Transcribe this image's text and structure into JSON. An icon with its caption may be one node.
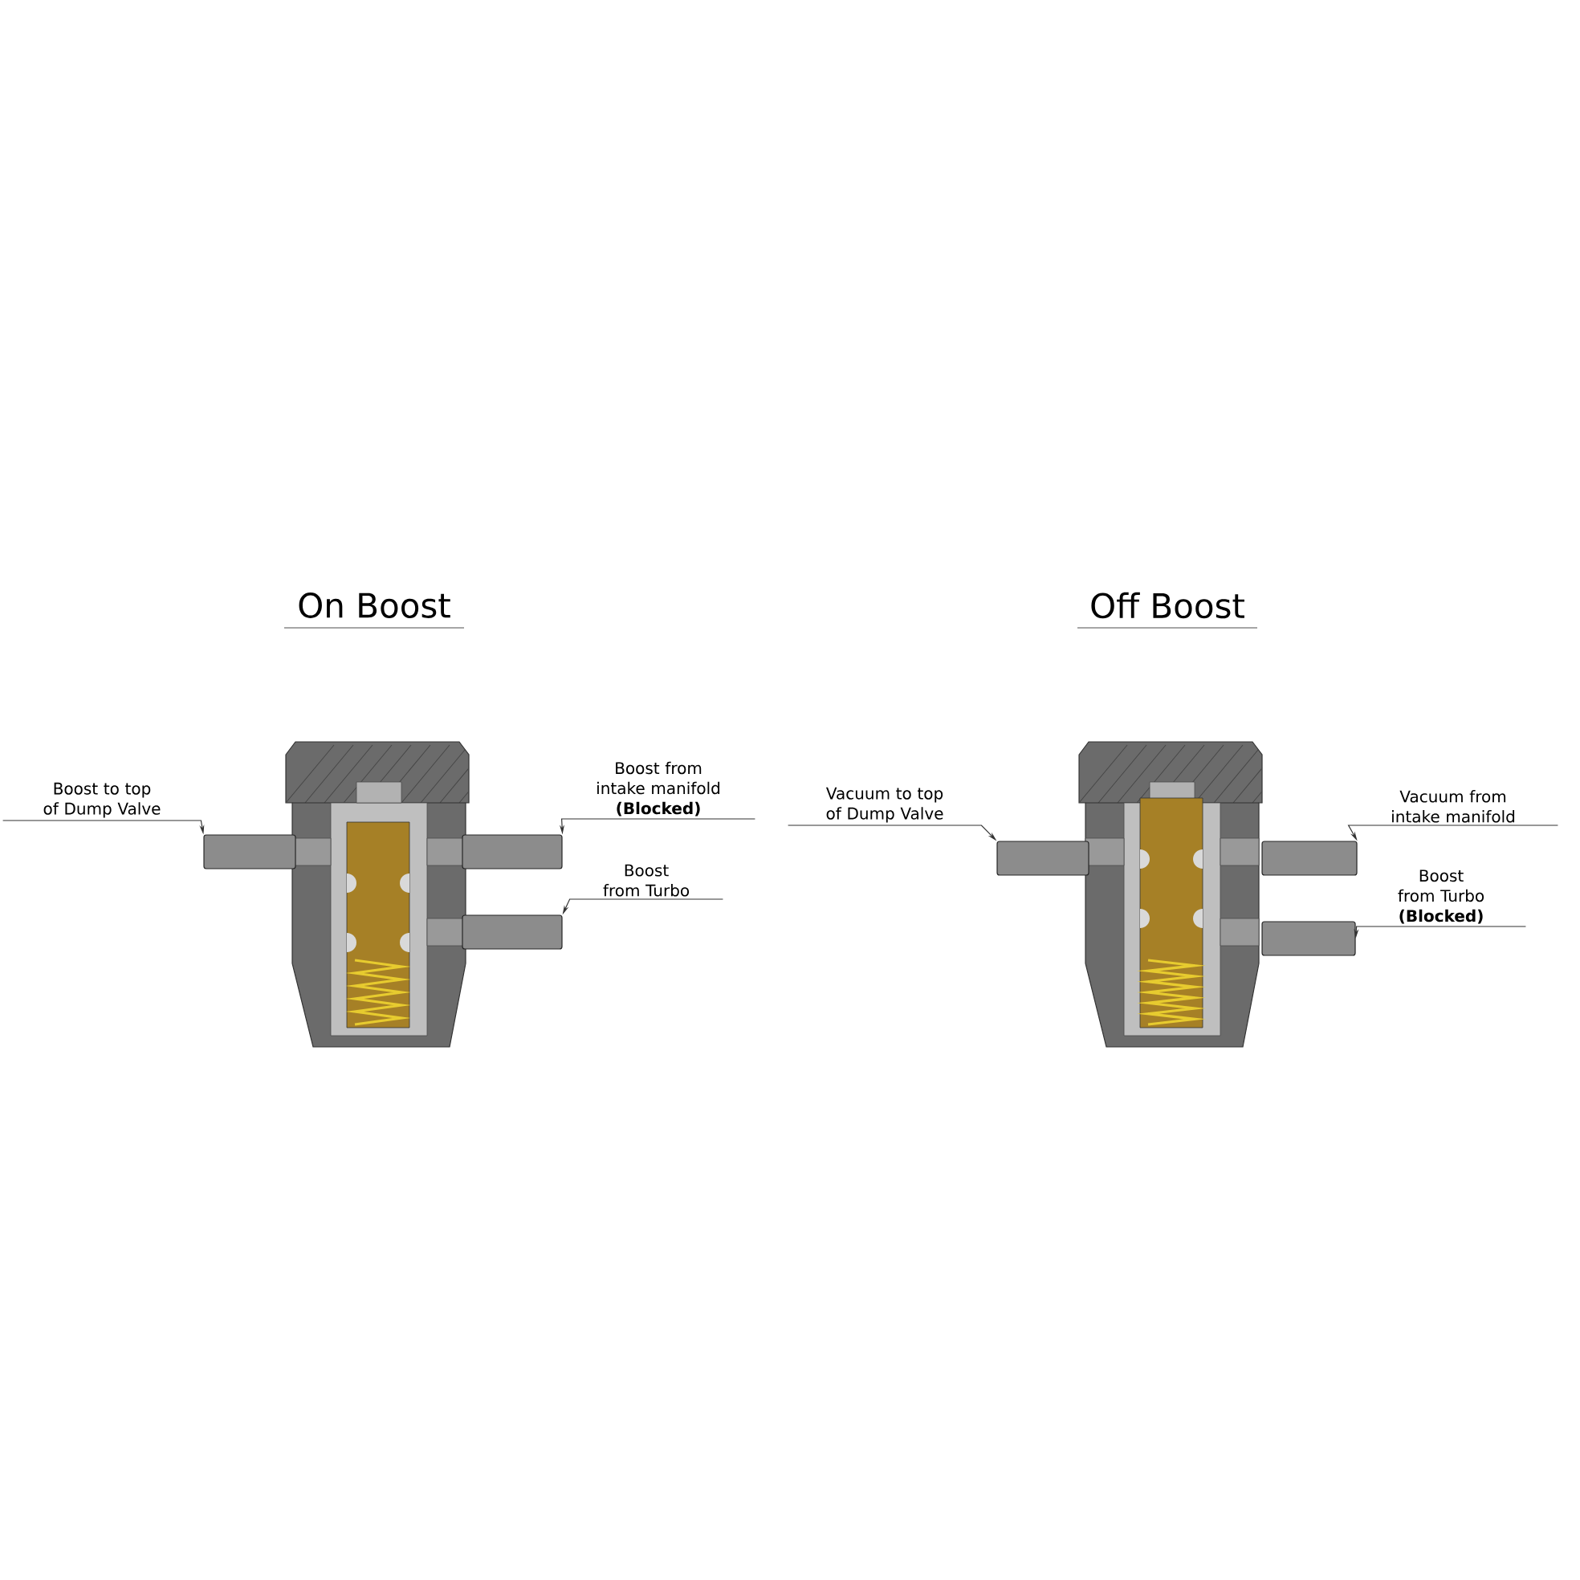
{
  "diagram": {
    "nodes": [
      {
        "text": [
          "Boost to top of Dump Valve"
        ]
      },
      {
        "text": [
          "Boost from intake manifold",
          "(Blocked)"
        ]
      },
      {
        "text": [
          "Boost from Turbo"
        ]
      },
      {
        "text": [
          "Vacuum to top of Dump Valve"
        ]
      },
      {
        "text": [
          "Vacuum from intake manifold"
        ]
      },
      {
        "text": [
          "Boost from Turbo",
          "(Blocked)"
        ]
      },
      {
        "text": [],
        "shape": "box"
      },
      {
        "text": [],
        "shape": "box"
      },
      {
        "text": [],
        "shape": "box"
      },
      {
        "text": [],
        "shape": "box"
      },
      {
        "text": [],
        "shape": "box"
      },
      {
        "text": [],
        "shape": "box"
      }
    ],
    "edges": [
      {
        "from": 0,
        "to": 6,
        "arrow": "to"
      },
      {
        "from": 1,
        "to": 7,
        "arrow": "to"
      },
      {
        "from": 2,
        "to": 8,
        "arrow": "to"
      },
      {
        "from": 3,
        "to": 9,
        "arrow": "to"
      },
      {
        "from": 4,
        "to": 10,
        "arrow": "to"
      },
      {
        "from": 5,
        "to": 11,
        "arrow": "to"
      }
    ],
    "labels": [
      "On Boost",
      "Off Boost"
    ]
  }
}
